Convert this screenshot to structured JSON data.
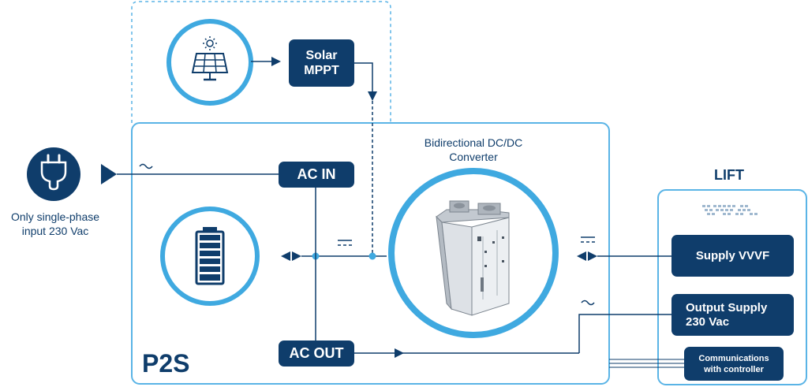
{
  "colors": {
    "navy": "#0f3d6b",
    "light_blue": "#3fa9e0",
    "frame_blue": "#5ab4e6",
    "white": "#ffffff"
  },
  "labels": {
    "solar_mppt_line1": "Solar",
    "solar_mppt_line2": "MPPT",
    "ac_in": "AC IN",
    "ac_out": "AC OUT",
    "converter_line1": "Bidirectional DC/DC",
    "converter_line2": "Converter",
    "input_line1": "Only single-phase",
    "input_line2": "input 230 Vac",
    "p2s": "P2S",
    "lift": "LIFT",
    "supply_vvvf": "Supply VVVF",
    "output_supply_line1": "Output Supply",
    "output_supply_line2": "230 Vac",
    "comms_line1": "Communications",
    "comms_line2": "with controller"
  },
  "icons": {
    "solar": "solar-panel-icon",
    "plug": "power-plug-icon",
    "battery": "battery-icon",
    "converter": "converter-unit-icon",
    "lift_logo": "lift-brand-logo",
    "ac_symbol": "ac-tilde-symbol",
    "dc_symbol": "dc-symbol"
  }
}
